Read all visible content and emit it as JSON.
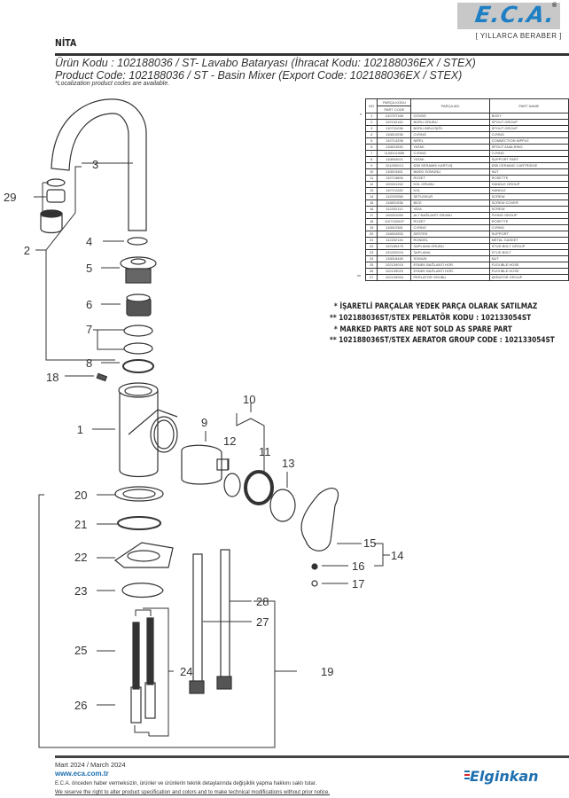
{
  "brand": {
    "logo_text": "E.C.A.",
    "registered_mark": "®",
    "tagline": "[ YILLARCA BERABER ]",
    "accent_color": "#1e7fc4"
  },
  "header": {
    "title": "NİTA",
    "product_code_tr": "Ürün Kodu : 102188036 / ST- Lavabo Bataryası (İhracat Kodu: 102188036EX / STEX)",
    "product_code_en": "Product Code: 102188036 / ST - Basin Mixer (Export Code: 102188036EX / STEX)",
    "localization_note": "*Localization product codes are available."
  },
  "parts_table": {
    "headers": {
      "no": "NO",
      "part_code_tr": "PARÇA KODU",
      "part_code_en": "PART CODE",
      "part_name_tr": "PARÇA ADI",
      "part_name_en": "PART NAME"
    },
    "rows": [
      {
        "mark": "*",
        "no": "1",
        "code": "410707168",
        "name_tr": "GÖVDE",
        "name_en": "BODY"
      },
      {
        "mark": "",
        "no": "2",
        "code": "102132161",
        "name_tr": "BORU GRUBU",
        "name_en": "SPOUT GROUP"
      },
      {
        "mark": "",
        "no": "3",
        "code": "110731036",
        "name_tr": "BORU BİRLEŞİĞİ",
        "name_en": "SPOUT GROUP"
      },
      {
        "mark": "",
        "no": "4",
        "code": "110810036",
        "name_tr": "O-RING",
        "name_en": "O-RING"
      },
      {
        "mark": "",
        "no": "5",
        "code": "110714298",
        "name_tr": "NİPEL",
        "name_en": "CONNECTION NIPPLE"
      },
      {
        "mark": "",
        "no": "6",
        "code": "110824540",
        "name_tr": "YATAK",
        "name_en": "SPOUT ANALRING"
      },
      {
        "mark": "",
        "no": "7",
        "code": "110810195B",
        "name_tr": "O-RING",
        "name_en": "O-RING"
      },
      {
        "mark": "",
        "no": "8",
        "code": "110854021",
        "name_tr": "YATAK",
        "name_en": "SUPPORT PART"
      },
      {
        "mark": "",
        "no": "9",
        "code": "101030013",
        "name_tr": "Ø35 SERAMİK KARTUŞ",
        "name_en": "Ø35 CERAMIC CARTRIDGE"
      },
      {
        "mark": "",
        "no": "10",
        "code": "110815461",
        "name_tr": "BASKI SOMUNU",
        "name_en": "NUT"
      },
      {
        "mark": "",
        "no": "11",
        "code": "110715806",
        "name_tr": "ROZET",
        "name_en": "ROSETTE"
      },
      {
        "mark": "",
        "no": "12",
        "code": "100041262",
        "name_tr": "KOL GRUBU",
        "name_en": "HANDLE GROUP"
      },
      {
        "mark": "",
        "no": "13",
        "code": "110712282",
        "name_tr": "KOL",
        "name_en": "HANDLE"
      },
      {
        "mark": "",
        "no": "14",
        "code": "112202056",
        "name_tr": "SETUSKUR",
        "name_en": "SCREW"
      },
      {
        "mark": "",
        "no": "15",
        "code": "110801536",
        "name_tr": "BİCE",
        "name_en": "SCREW COVER"
      },
      {
        "mark": "",
        "no": "16",
        "code": "112202112",
        "name_tr": "VİDA",
        "name_en": "SCREW"
      },
      {
        "mark": "",
        "no": "17",
        "code": "100001050",
        "name_tr": "ALT BAĞLANTI GRUBU",
        "name_en": "FIXING GROUP"
      },
      {
        "mark": "",
        "no": "18",
        "code": "110715261F",
        "name_tr": "ROZET",
        "name_en": "ROSETTE"
      },
      {
        "mark": "",
        "no": "19",
        "code": "110810381",
        "name_tr": "O-RING",
        "name_en": "O-RING"
      },
      {
        "mark": "",
        "no": "20",
        "code": "110824053",
        "name_tr": "DESTEK",
        "name_en": "SUPPORT"
      },
      {
        "mark": "",
        "no": "21",
        "code": "112202115",
        "name_tr": "RONDEL",
        "name_en": "METAL GASKET"
      },
      {
        "mark": "",
        "no": "22",
        "code": "102189475",
        "name_tr": "SAPLAMA GRUBU",
        "name_en": "STUD BOLT GROUP"
      },
      {
        "mark": "",
        "no": "23",
        "code": "410202024",
        "name_tr": "SAPLAMA",
        "name_en": "STUD BOLT"
      },
      {
        "mark": "",
        "no": "24",
        "code": "110818448",
        "name_tr": "SOMUN",
        "name_en": "NUT"
      },
      {
        "mark": "",
        "no": "25",
        "code": "102139019",
        "name_tr": "ESNEK BAĞLANTI HOR.",
        "name_en": "FLEXIBLE HOSE"
      },
      {
        "mark": "",
        "no": "26",
        "code": "102139020",
        "name_tr": "ESNEK BAĞLANTI HOR.",
        "name_en": "FLEXIBLE HOSE"
      },
      {
        "mark": "**",
        "no": "27",
        "code": "102133054",
        "name_tr": "PERLATÖR GRUBU",
        "name_en": "AERATOR GROUP"
      }
    ]
  },
  "notes": [
    "* İŞARETLİ PARÇALAR YEDEK PARÇA OLARAK SATILMAZ",
    "** 102188036ST/STEX PERLATÖR KODU : 102133054ST",
    "* MARKED PARTS ARE NOT SOLD AS SPARE PART",
    "** 102188036ST/STEX AERATOR GROUP CODE : 102133054ST"
  ],
  "diagram": {
    "callouts": [
      "1",
      "2",
      "3",
      "4",
      "5",
      "6",
      "7",
      "8",
      "9",
      "10",
      "11",
      "12",
      "13",
      "14",
      "15",
      "16",
      "17",
      "18",
      "19",
      "20",
      "21",
      "22",
      "23",
      "24",
      "25",
      "26",
      "27",
      "28",
      "29"
    ]
  },
  "footer": {
    "date": "Mart 2024 / March 2024",
    "website": "www.eca.com.tr",
    "disclaimer_tr": "E.C.A. önceden haber vermeksizin, ürünler ve ürünlerin teknik detaylarında değişiklik yapma hakkını saklı tutar.",
    "disclaimer_en": "We reserve the right to alter product specification and colors and to make technical modifications without prior notice.",
    "partner_logo": "Elginkan"
  }
}
